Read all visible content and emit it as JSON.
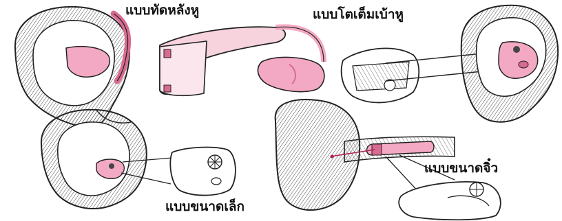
{
  "labels": {
    "behind_the_ear": "แบบทัดหลังหู",
    "in_the_ear": "แบบโตเต็มเบ้าหู",
    "completely_in_canal": "แบบขนาดจิ๋ว",
    "in_the_canal": "แบบขนาดเล็ก"
  },
  "colors": {
    "pink": "#f3a9c3",
    "pink_dark": "#d96a92",
    "line": "#222222"
  }
}
